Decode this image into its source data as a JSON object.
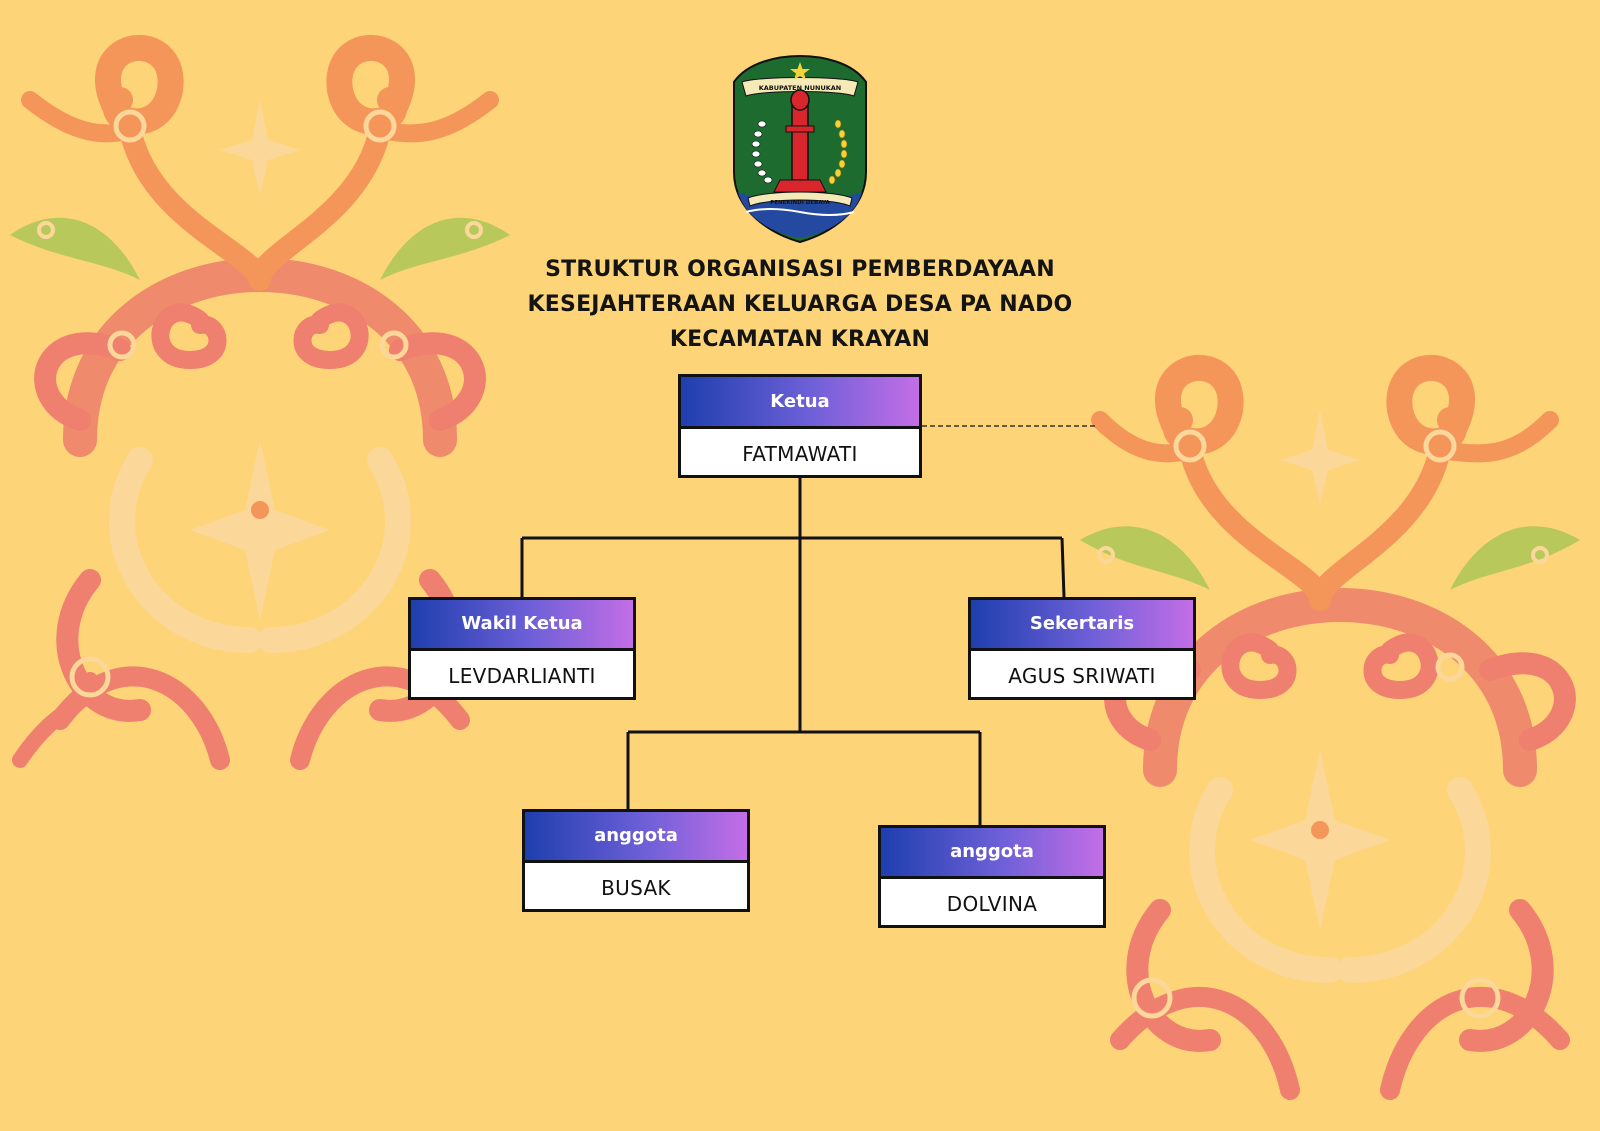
{
  "emblem": {
    "top_text": "KABUPATEN NUNUKAN",
    "bottom_text": "PENEKINDI DEBAYA"
  },
  "title": {
    "line1": "STRUKTUR ORGANISASI PEMBERDAYAAN",
    "line2": "KESEJAHTERAAN KELUARGA DESA PA NADO",
    "line3": "KECAMATAN KRAYAN"
  },
  "org": {
    "ketua": {
      "role": "Ketua",
      "name": "FATMAWATI"
    },
    "wakil_ketua": {
      "role": "Wakil Ketua",
      "name": "LEVDARLIANTI"
    },
    "sekretaris": {
      "role": "Sekertaris",
      "name": "AGUS SRIWATI"
    },
    "anggota": [
      {
        "role": "anggota",
        "name": "BUSAK"
      },
      {
        "role": "anggota",
        "name": "DOLVINA"
      }
    ]
  },
  "colors": {
    "background": "#fed478",
    "header_gradient_start": "#1e3fae",
    "header_gradient_end": "#c36ee6",
    "ornament_orange": "#f4965a",
    "ornament_coral": "#ef7f6e",
    "ornament_green": "#b8c85a",
    "ornament_light": "#fcd79a"
  }
}
